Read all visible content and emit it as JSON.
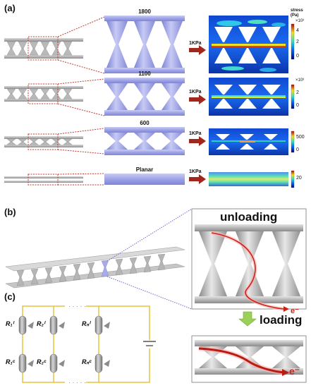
{
  "panels": {
    "a": "(a)",
    "b": "(b)",
    "c": "(c)"
  },
  "rows": [
    {
      "caption": "1800",
      "load": "1KPa",
      "colorbar": {
        "unit": "stress\n(Pa)",
        "exponent": "×10³",
        "ticks": [
          "4",
          "2",
          "0"
        ]
      }
    },
    {
      "caption": "1100",
      "load": "1KPa",
      "colorbar": {
        "unit": "",
        "exponent": "×10³",
        "ticks": [
          "2",
          "0"
        ]
      }
    },
    {
      "caption": "600",
      "load": "1KPa",
      "colorbar": {
        "unit": "",
        "exponent": "",
        "ticks": [
          "500",
          "0"
        ]
      }
    },
    {
      "caption": "Planar",
      "load": "1KPa",
      "colorbar": {
        "unit": "",
        "exponent": "",
        "ticks": [
          "20"
        ]
      }
    }
  ],
  "panel_b": {
    "unloading": "unloading",
    "loading": "loading",
    "electron": "e⁻"
  },
  "circuit": {
    "top_row": [
      "R₁ⁱ",
      "R₂ⁱ",
      "Rₙⁱ"
    ],
    "bottom_row": [
      "R₁ᶜ",
      "R₂ᶜ",
      "Rₙᶜ"
    ]
  },
  "colors": {
    "structure": "#9aa0e8",
    "arrow": "#a3261c",
    "wire": "#e8c84a",
    "loading_arrow": "#9ccf5a"
  }
}
